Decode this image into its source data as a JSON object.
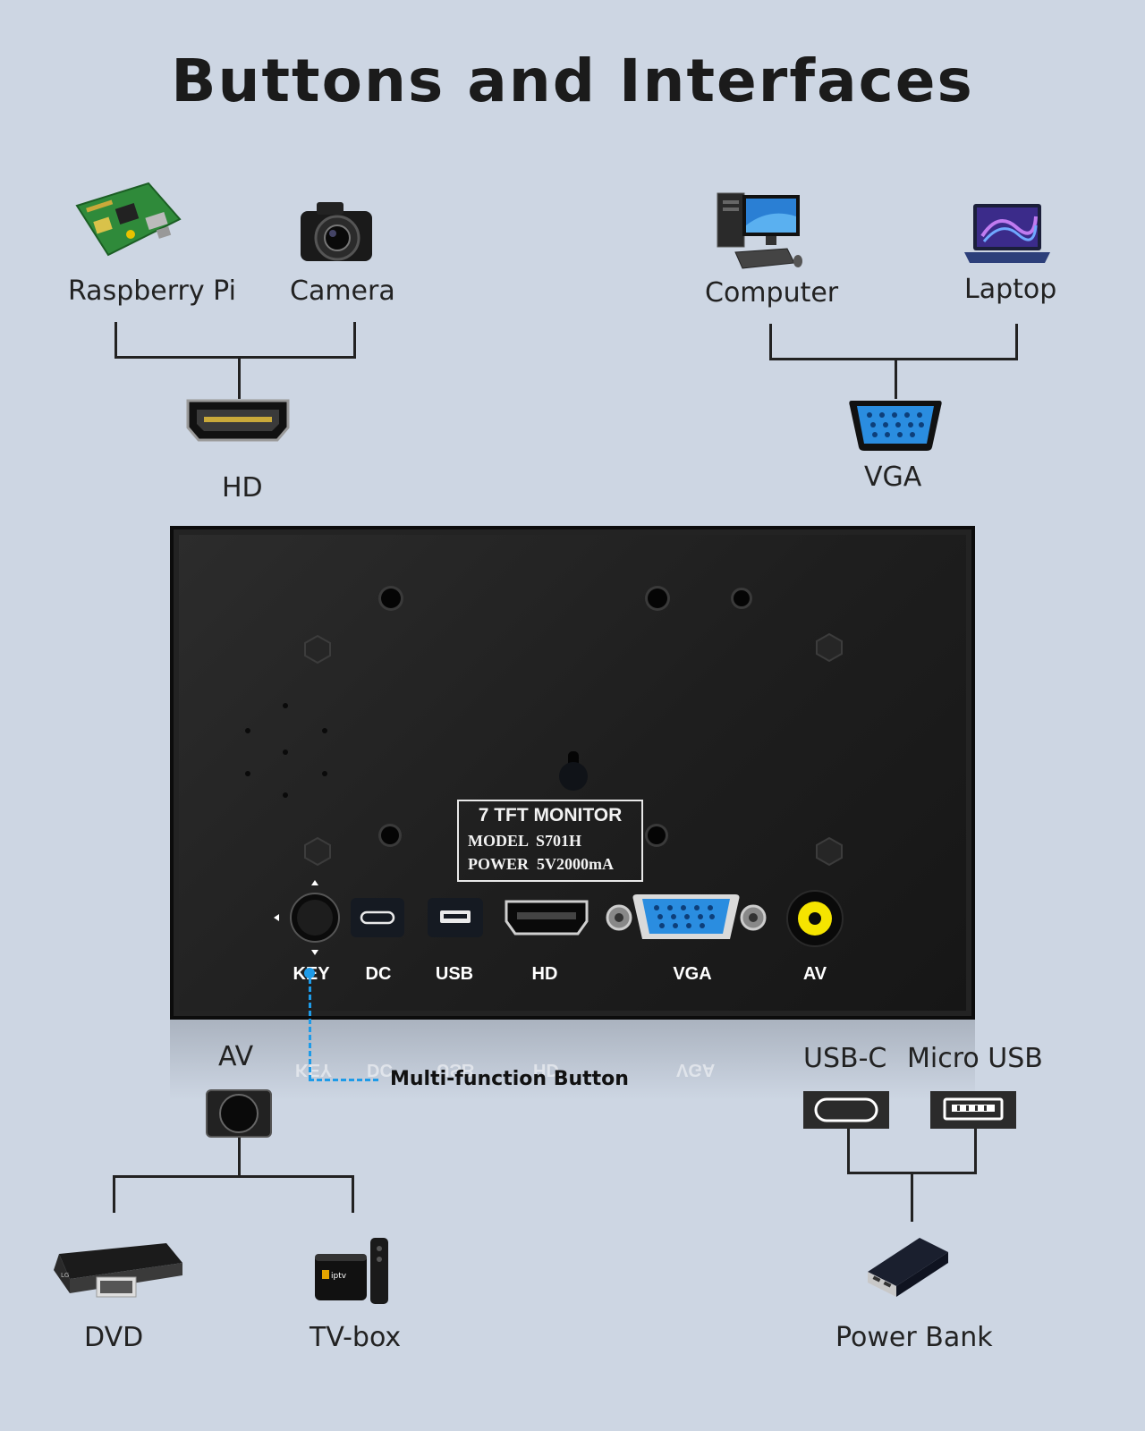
{
  "title": "Buttons and Interfaces",
  "top_left": {
    "devices": [
      {
        "label": "Raspberry Pi",
        "icon": "raspberry-pi-board"
      },
      {
        "label": "Camera",
        "icon": "camera"
      }
    ],
    "connector": {
      "label": "HD",
      "icon": "hdmi-port"
    }
  },
  "top_right": {
    "devices": [
      {
        "label": "Computer",
        "icon": "desktop-computer"
      },
      {
        "label": "Laptop",
        "icon": "laptop"
      }
    ],
    "connector": {
      "label": "VGA",
      "icon": "vga-port"
    }
  },
  "monitor": {
    "sticker": {
      "line1": "7 TFT MONITOR",
      "line2": "MODEL  S701H",
      "line3": "POWER  5V2000mA"
    },
    "ports": [
      "KEY",
      "DC",
      "USB",
      "HD",
      "VGA",
      "AV"
    ],
    "reflection": [
      "KEY",
      "DC",
      "USB",
      "HD",
      "VGA"
    ]
  },
  "multifunction_label": "Multi-function Button",
  "bottom_left": {
    "connector": {
      "label": "AV",
      "icon": "av-port"
    },
    "devices": [
      {
        "label": "DVD",
        "icon": "dvd-player"
      },
      {
        "label": "TV-box",
        "icon": "tv-box"
      }
    ]
  },
  "bottom_right": {
    "connectors": [
      {
        "label": "USB-C",
        "icon": "usb-c-port"
      },
      {
        "label": "Micro USB",
        "icon": "micro-usb-port"
      }
    ],
    "device": {
      "label": "Power Bank",
      "icon": "power-bank"
    }
  },
  "colors": {
    "background": "#cdd6e3",
    "vga_blue": "#2a8de0",
    "av_yellow": "#f5e400",
    "dash_blue": "#1e9be8"
  }
}
